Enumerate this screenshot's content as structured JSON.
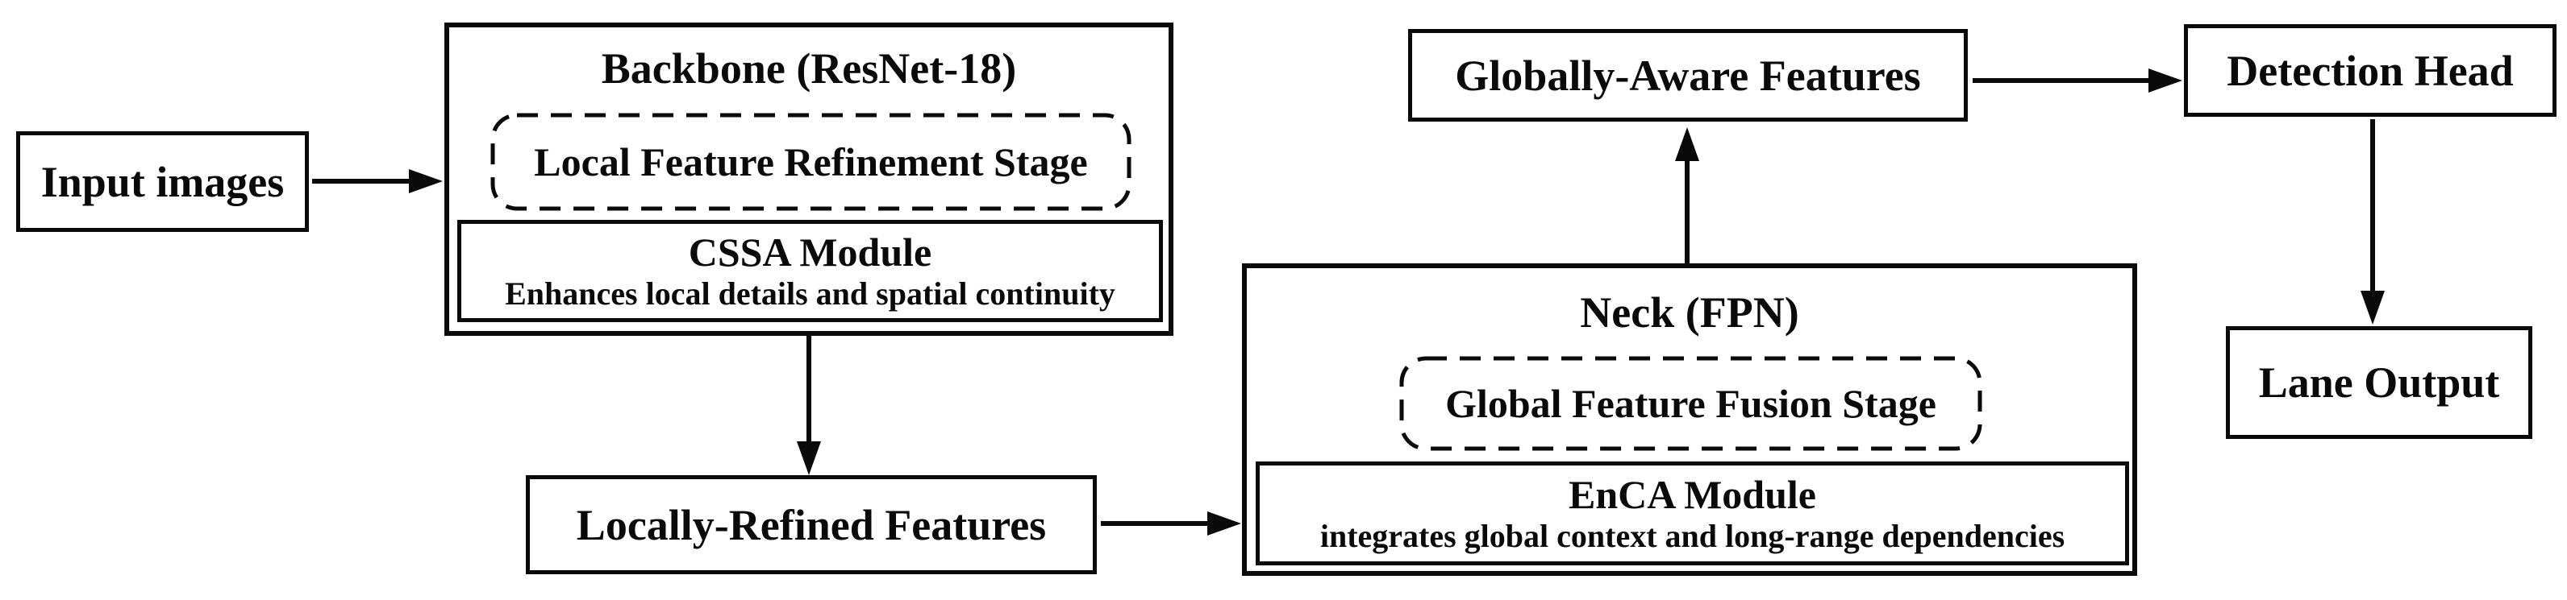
{
  "figure": {
    "background": "#ffffff",
    "ink": "#000000",
    "nodes": {
      "input_images": {
        "label": "Input images"
      },
      "backbone": {
        "title": "Backbone (ResNet-18)",
        "stage_label": "Local Feature Refinement Stage",
        "module_title": "CSSA Module",
        "module_subtitle": "Enhances local details and spatial continuity"
      },
      "locally_refined": {
        "label": "Locally-Refined Features"
      },
      "neck": {
        "title": "Neck (FPN)",
        "stage_label": "Global Feature Fusion Stage",
        "module_title": "EnCA Module",
        "module_subtitle": "integrates global context and long-range dependencies"
      },
      "globally_aware": {
        "label": "Globally-Aware Features"
      },
      "detection_head": {
        "label": "Detection Head"
      },
      "lane_output": {
        "label": "Lane Output"
      }
    },
    "edges": [
      {
        "from": "input_images",
        "to": "backbone"
      },
      {
        "from": "backbone",
        "to": "locally_refined"
      },
      {
        "from": "locally_refined",
        "to": "neck"
      },
      {
        "from": "neck",
        "to": "globally_aware"
      },
      {
        "from": "globally_aware",
        "to": "detection_head"
      },
      {
        "from": "detection_head",
        "to": "lane_output"
      }
    ]
  }
}
